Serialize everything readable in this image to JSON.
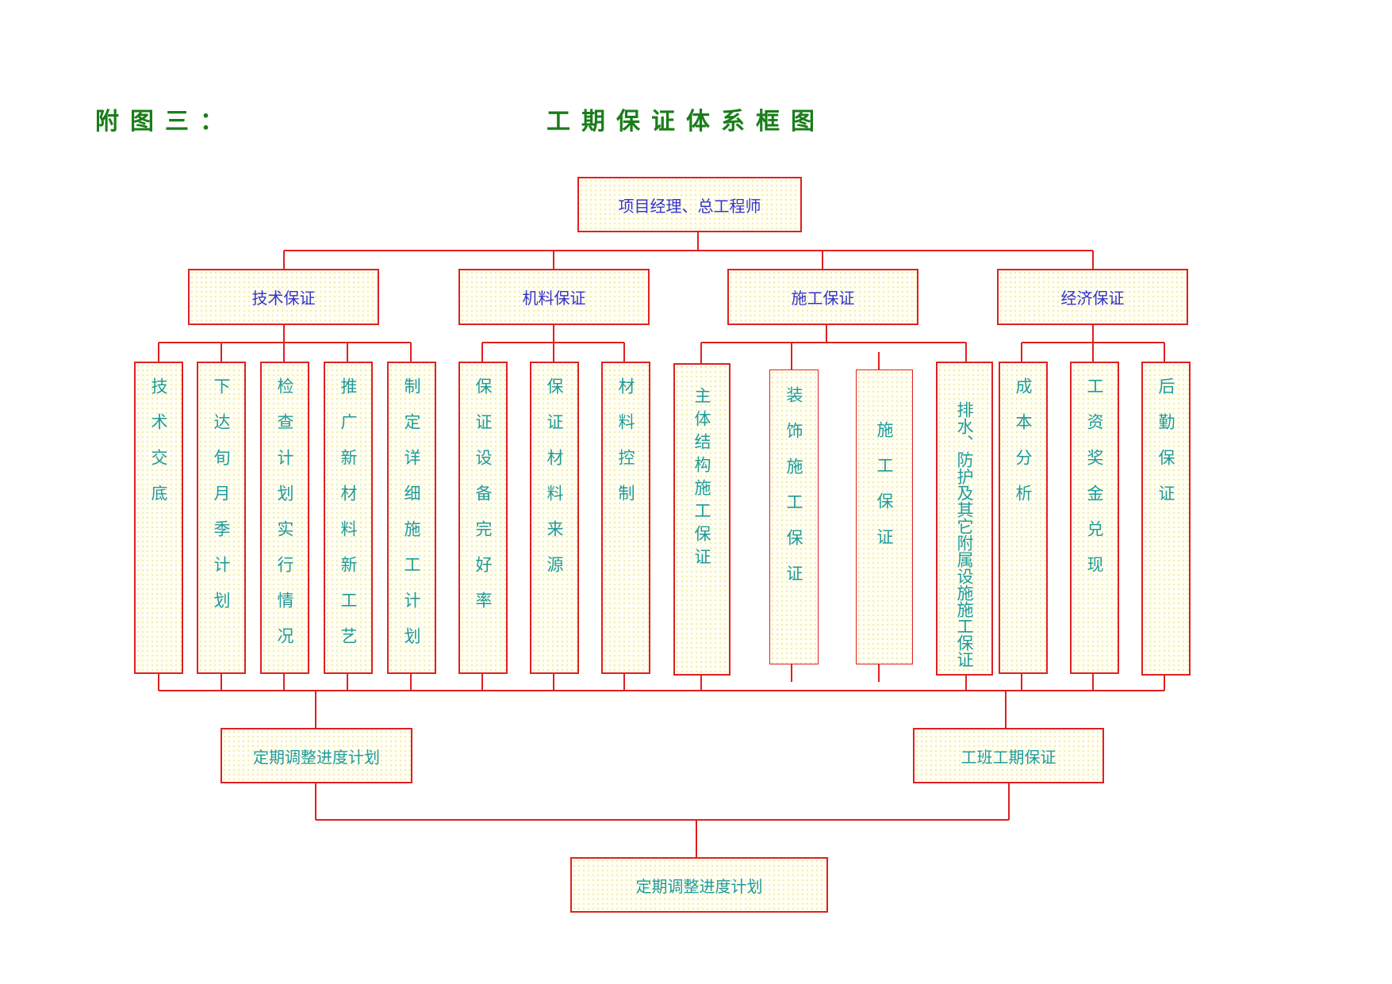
{
  "page": {
    "label": "附图三：",
    "title": "工期保证体系框图"
  },
  "diagram": {
    "root": "项目经理、总工程师",
    "categories": [
      {
        "label": "技术保证",
        "items": [
          "技术交底",
          "下达旬月季计划",
          "检查计划实行情况",
          "推广新材料新工艺",
          "制定详细施工计划"
        ]
      },
      {
        "label": "机料保证",
        "items": [
          "保证设备完好率",
          "保证材料来源",
          "材料控制"
        ]
      },
      {
        "label": "施工保证",
        "items": [
          "主体结构施工保证",
          "装饰施工保证",
          "施工保证",
          "排水、防护及其它附属设施施工保证"
        ]
      },
      {
        "label": "经济保证",
        "items": [
          "成本分析",
          "工资奖金兑现",
          "后勤保证"
        ]
      }
    ],
    "mid_left": "定期调整进度计划",
    "mid_right": "工班工期保证",
    "bottom": "定期调整进度计划"
  },
  "colors": {
    "line": "#e02020",
    "title": "#1a7d1a",
    "blue_text": "#3333cc",
    "teal_text": "#1f9b9b",
    "box_fill": "#fffff2"
  }
}
